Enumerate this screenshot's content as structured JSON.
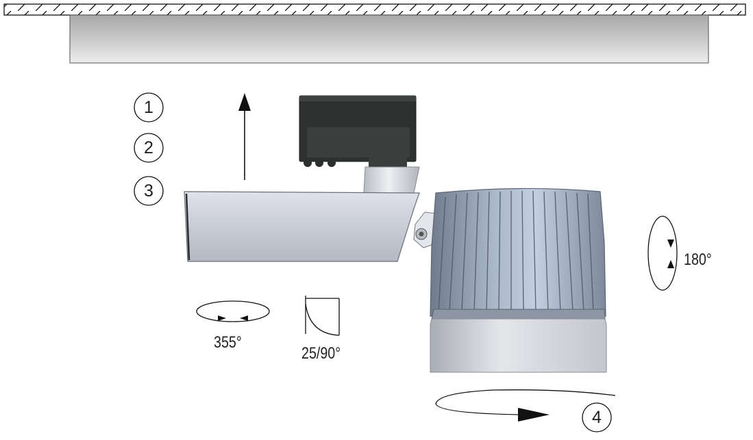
{
  "steps": [
    {
      "label": "1"
    },
    {
      "label": "2"
    },
    {
      "label": "3"
    },
    {
      "label": "4"
    }
  ],
  "annotations": {
    "rotation_base": "355°",
    "tilt_angle": "25/90°",
    "head_rotation": "180°"
  },
  "colors": {
    "ceiling": "#c9c9c9",
    "housing": "#c8ccd4",
    "adapter": "#2b2f2e",
    "heatsink": "#9aa7b7",
    "line": "#111111"
  }
}
